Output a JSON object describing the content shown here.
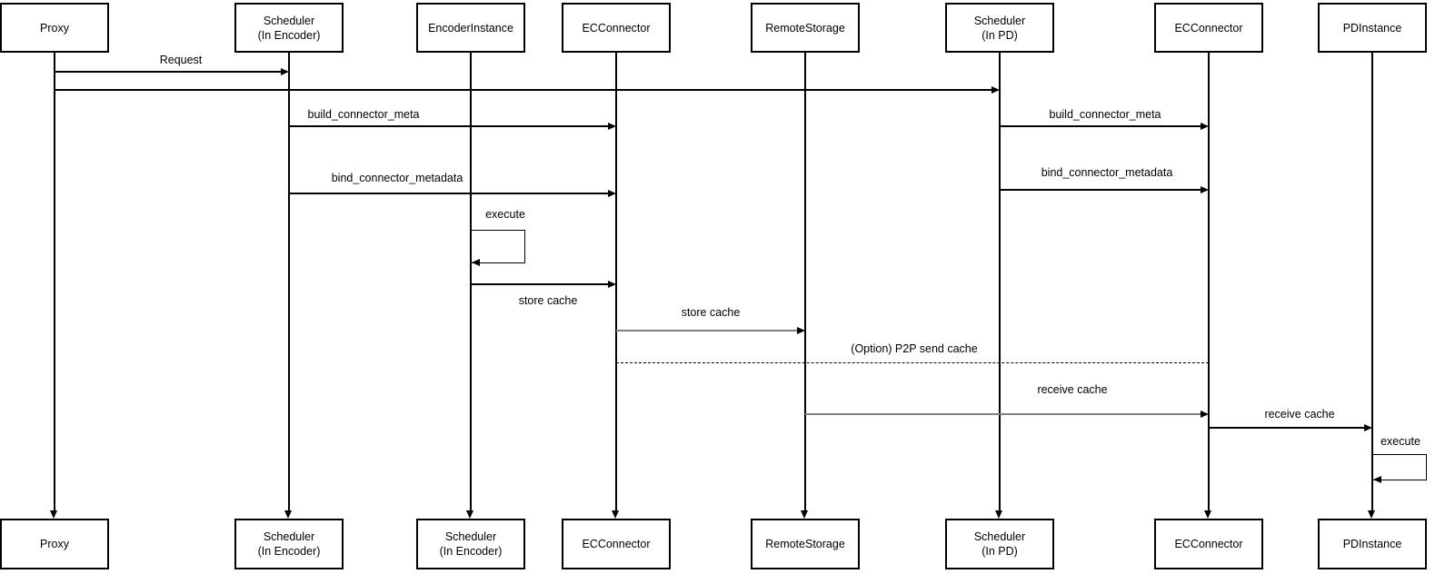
{
  "diagram": {
    "type": "sequence-diagram",
    "colors": {
      "background": "#ffffff",
      "line": "#000000",
      "muted_line": "#808080",
      "box_fill": "#ffffff",
      "text": "#000000"
    },
    "participants": [
      {
        "id": "proxy",
        "top": {
          "line1": "Proxy"
        },
        "bottom": {
          "line1": "Proxy"
        }
      },
      {
        "id": "scheduler-in-encoder",
        "top": {
          "line1": "Scheduler",
          "line2": "(In Encoder)"
        },
        "bottom": {
          "line1": "Scheduler",
          "line2": "(In Encoder)"
        }
      },
      {
        "id": "encoder-instance",
        "top": {
          "line1": "EncoderInstance"
        },
        "bottom": {
          "line1": "Scheduler",
          "line2": "(In Encoder)"
        }
      },
      {
        "id": "ec-connector-1",
        "top": {
          "line1": "ECConnector"
        },
        "bottom": {
          "line1": "ECConnector"
        }
      },
      {
        "id": "remote-storage",
        "top": {
          "line1": "RemoteStorage"
        },
        "bottom": {
          "line1": "RemoteStorage"
        }
      },
      {
        "id": "scheduler-in-pd",
        "top": {
          "line1": "Scheduler",
          "line2": "(In PD)"
        },
        "bottom": {
          "line1": "Scheduler",
          "line2": "(In PD)"
        }
      },
      {
        "id": "ec-connector-2",
        "top": {
          "line1": "ECConnector"
        },
        "bottom": {
          "line1": "ECConnector"
        }
      },
      {
        "id": "pd-instance",
        "top": {
          "line1": "PDInstance"
        },
        "bottom": {
          "line1": "PDInstance"
        }
      }
    ],
    "messages": [
      {
        "label": "Request",
        "from": "Proxy",
        "to": "Scheduler (In Encoder)",
        "style": "solid"
      },
      {
        "label": "",
        "from": "Proxy",
        "to": "Scheduler (In PD)",
        "style": "solid"
      },
      {
        "label": "build_connector_meta",
        "from": "Scheduler (In Encoder)",
        "to": "ECConnector",
        "style": "solid"
      },
      {
        "label": "build_connector_meta",
        "from": "Scheduler (In PD)",
        "to": "ECConnector",
        "style": "solid"
      },
      {
        "label": "bind_connector_metadata",
        "from": "Scheduler (In Encoder)",
        "to": "ECConnector",
        "style": "solid"
      },
      {
        "label": "bind_connector_metadata",
        "from": "Scheduler (In PD)",
        "to": "ECConnector",
        "style": "solid"
      },
      {
        "label": "execute",
        "from": "EncoderInstance",
        "to": "EncoderInstance",
        "style": "self-loop"
      },
      {
        "label": "store cache",
        "from": "EncoderInstance",
        "to": "ECConnector",
        "style": "solid"
      },
      {
        "label": "store cache",
        "from": "ECConnector",
        "to": "RemoteStorage",
        "style": "solid-gray"
      },
      {
        "label": "(Option) P2P send cache",
        "from": "ECConnector",
        "to": "ECConnector (In PD)",
        "style": "dashed"
      },
      {
        "label": "receive cache",
        "from": "RemoteStorage",
        "to": "ECConnector (In PD)",
        "style": "solid-gray"
      },
      {
        "label": "receive cache",
        "from": "ECConnector (In PD)",
        "to": "PDInstance",
        "style": "solid"
      },
      {
        "label": "execute",
        "from": "PDInstance",
        "to": "PDInstance",
        "style": "self-loop"
      }
    ]
  }
}
